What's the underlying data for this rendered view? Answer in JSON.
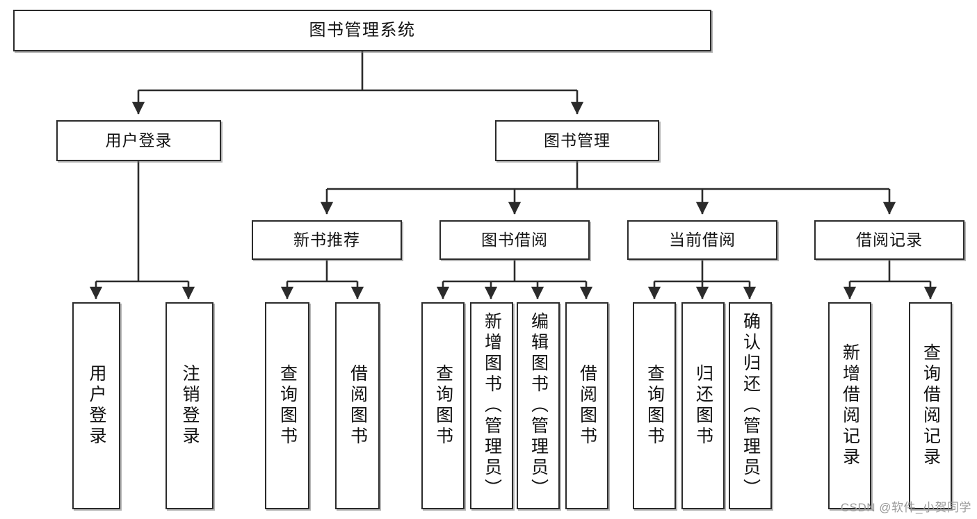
{
  "diagram": {
    "title": "图书管理系统",
    "type": "tree-hierarchy",
    "watermark": "CSDN @软件_小贺同学",
    "colors": {
      "border": "#2b2b2b",
      "background": "#ffffff",
      "edge": "#2b2b2b",
      "text": "#111111",
      "watermark": "#9a9a9a"
    }
  },
  "nodes": {
    "root": {
      "label": "图书管理系统"
    },
    "level2": [
      {
        "id": "user-login",
        "label": "用户登录"
      },
      {
        "id": "book-management",
        "label": "图书管理"
      }
    ],
    "level3": [
      {
        "id": "new-book-recommend",
        "label": "新书推荐"
      },
      {
        "id": "book-borrow",
        "label": "图书借阅"
      },
      {
        "id": "current-borrow",
        "label": "当前借阅"
      },
      {
        "id": "borrow-record",
        "label": "借阅记录"
      }
    ],
    "leaves": {
      "user-login": [
        {
          "id": "leaf-user-login",
          "label": "用户登录"
        },
        {
          "id": "leaf-user-logout",
          "label": "注销登录"
        }
      ],
      "new-book-recommend": [
        {
          "id": "leaf-query-book-1",
          "label": "查询图书"
        },
        {
          "id": "leaf-borrow-book-1",
          "label": "借阅图书"
        }
      ],
      "book-borrow": [
        {
          "id": "leaf-query-book-2",
          "label": "查询图书"
        },
        {
          "id": "leaf-add-book",
          "label": "新增图书（管理员）"
        },
        {
          "id": "leaf-edit-book",
          "label": "编辑图书（管理员）"
        },
        {
          "id": "leaf-borrow-book-2",
          "label": "借阅图书"
        }
      ],
      "current-borrow": [
        {
          "id": "leaf-query-book-3",
          "label": "查询图书"
        },
        {
          "id": "leaf-return-book",
          "label": "归还图书"
        },
        {
          "id": "leaf-confirm-return",
          "label": "确认归还（管理员）"
        }
      ],
      "borrow-record": [
        {
          "id": "leaf-add-record",
          "label": "新增借阅记录"
        },
        {
          "id": "leaf-query-record",
          "label": "查询借阅记录"
        }
      ]
    }
  }
}
